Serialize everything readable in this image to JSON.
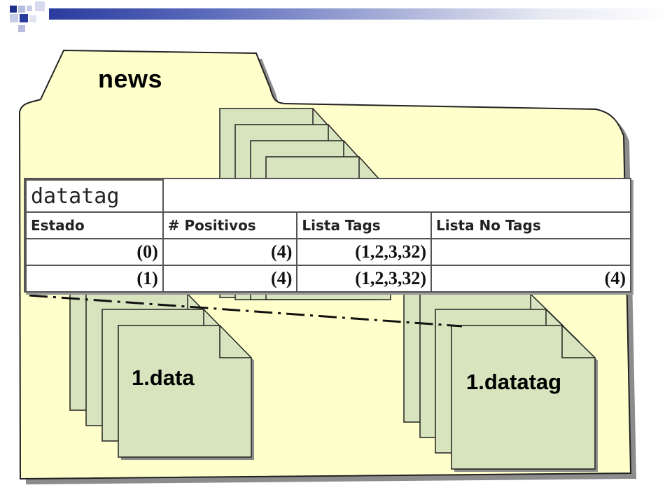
{
  "folder": {
    "title": "news"
  },
  "documents": {
    "left_label": "1.data",
    "right_label": "1.datatag"
  },
  "table": {
    "title": "datatag",
    "headers": [
      "Estado",
      "# Positivos",
      "Lista Tags",
      "Lista No Tags"
    ],
    "rows": [
      [
        "(0)",
        "(4)",
        "(1,2,3,32)",
        ""
      ],
      [
        "(1)",
        "(4)",
        "(1,2,3,32)",
        "(4)"
      ]
    ]
  },
  "colors": {
    "folder_fill": "#ffffcc",
    "document_fill": "#d7e4bd",
    "header_bar_start": "#2a3b9e",
    "logo_blue": "#1f2f8f",
    "logo_light": "#b7bde0"
  }
}
